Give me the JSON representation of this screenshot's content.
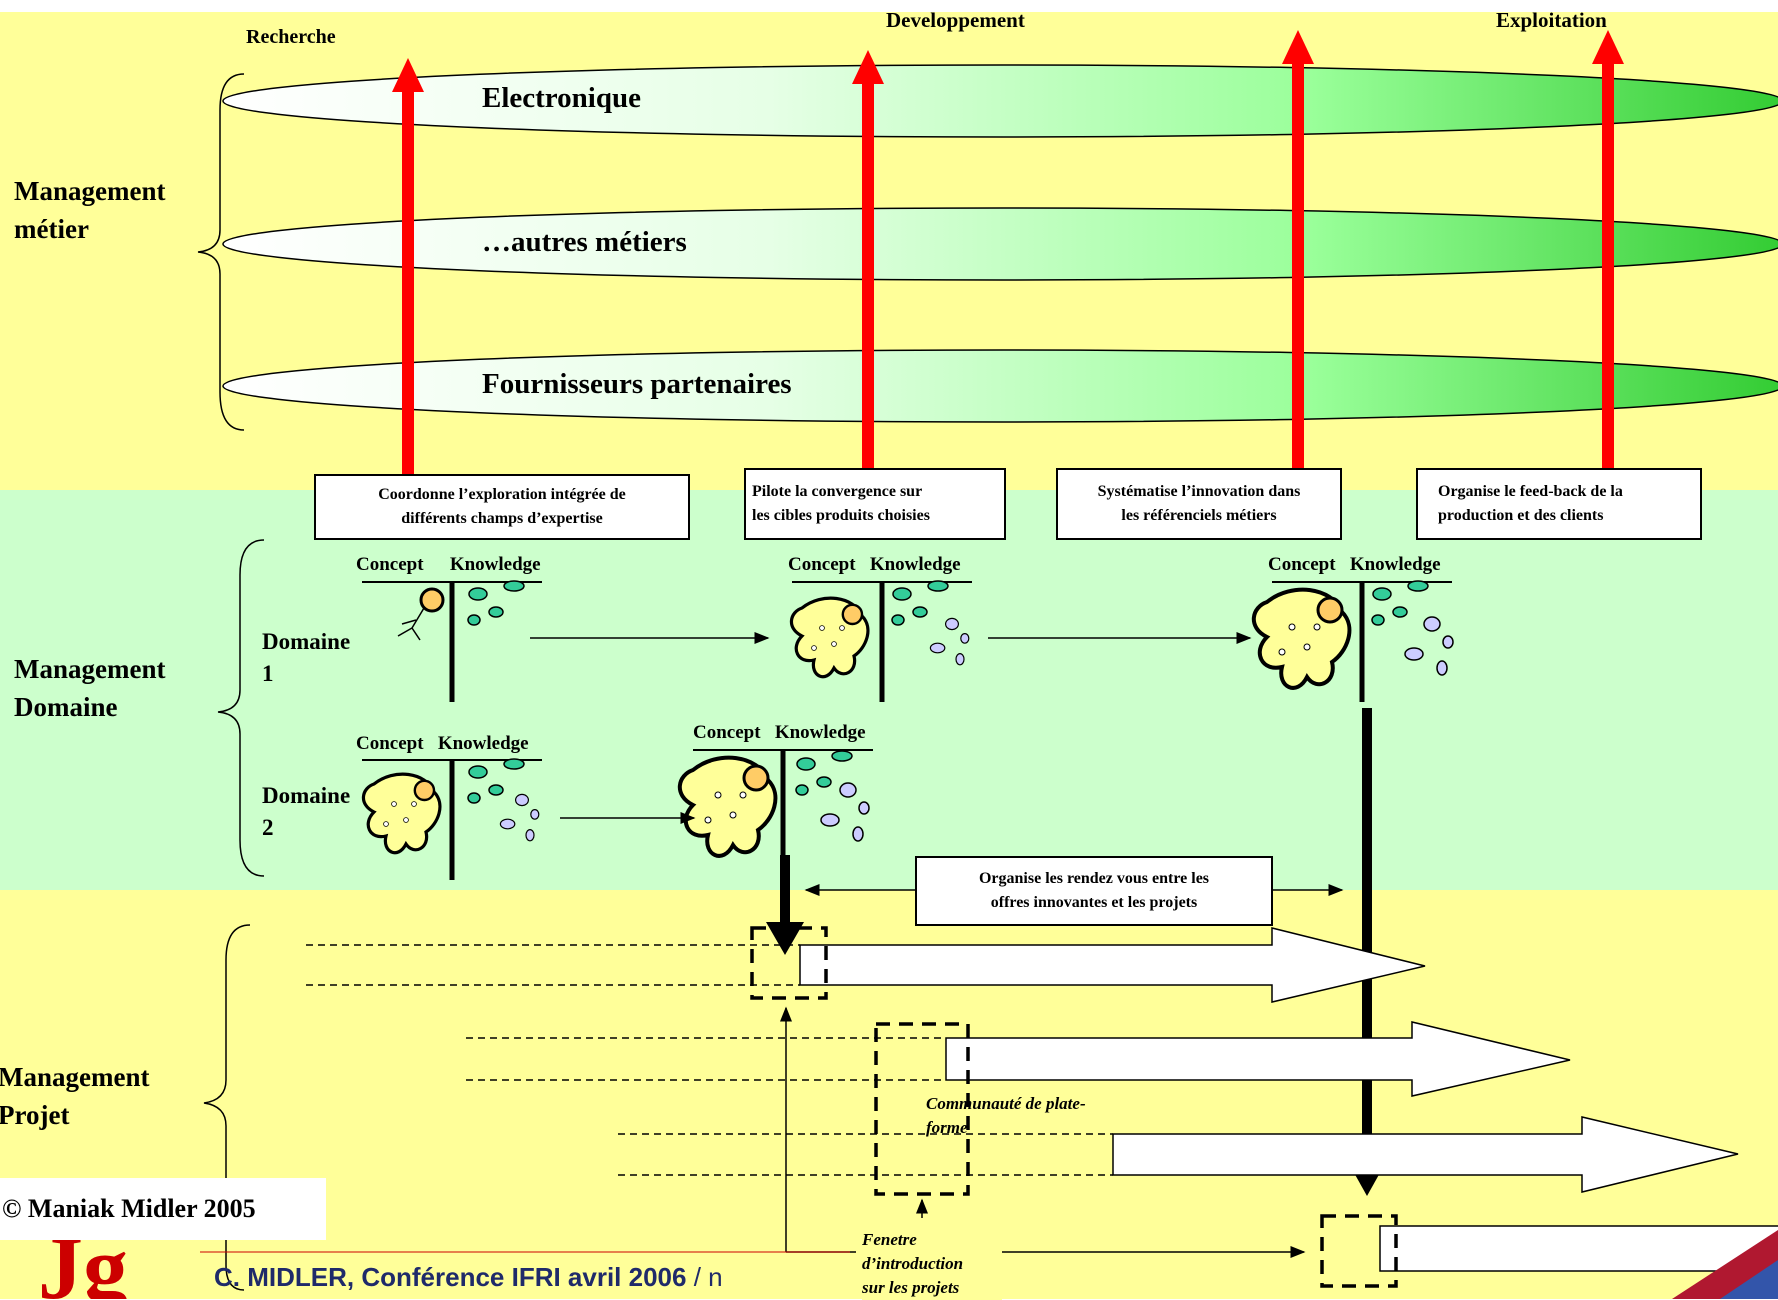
{
  "phases": {
    "research": "Recherche",
    "development": "Developpement",
    "exploitation": "Exploitation"
  },
  "sections": {
    "metier": [
      "Management",
      "métier"
    ],
    "domaine": [
      "Management",
      "Domaine"
    ],
    "projet": [
      "Management",
      "Projet"
    ]
  },
  "trades": [
    "Electronique",
    "…autres métiers",
    "Fournisseurs partenaires"
  ],
  "role_boxes": [
    [
      "Coordonne l’exploration intégrée de",
      "différents champs d’expertise"
    ],
    [
      "Pilote la convergence sur",
      "les cibles produits choisies"
    ],
    [
      "Systématise l’innovation dans",
      "les référenciels métiers"
    ],
    [
      "Organise le feed-back de la",
      "production et des clients"
    ]
  ],
  "ck": {
    "concept": "Concept",
    "knowledge": "Knowledge"
  },
  "domains": {
    "d1": [
      "Domaine",
      "1"
    ],
    "d2": [
      "Domaine",
      "2"
    ]
  },
  "rendezvous": [
    "Organise les rendez vous entre les",
    "offres innovantes et les projets"
  ],
  "annotations": {
    "community": [
      "Communauté de plate-",
      "forme"
    ],
    "window": [
      "Fenetre",
      "d’introduction",
      "sur les projets"
    ]
  },
  "copyright": "© Maniak Midler 2005",
  "footer": {
    "text": "C. MIDLER, Conférence IFRI avril 2006",
    "sep": " / n"
  },
  "colors": {
    "yellow_band": "#ffff99",
    "green_band": "#ccffcc",
    "arrow_red": "#ff0000",
    "trade_green": "#33cc33"
  }
}
